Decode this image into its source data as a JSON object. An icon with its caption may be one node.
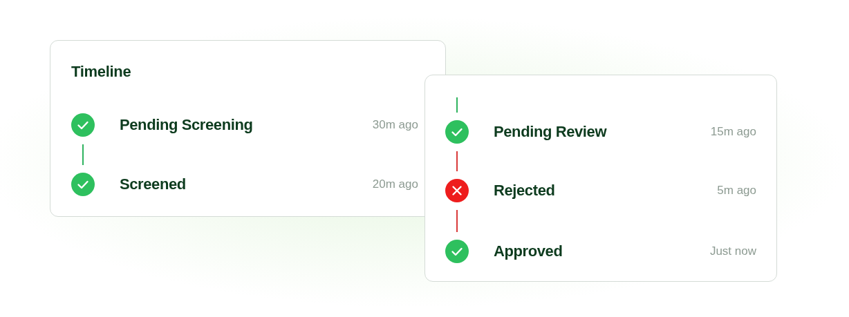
{
  "diagram": {
    "nodes": [
      {
        "text": [
          "Timeline"
        ]
      },
      {
        "text": [
          "Pending Screening"
        ],
        "in": 0
      },
      {
        "text": [
          "Screened"
        ],
        "in": 0
      },
      {
        "text": [],
        "shape": "box"
      },
      {
        "text": [
          "Pending Review"
        ],
        "in": 3
      },
      {
        "text": [
          "Rejected"
        ],
        "in": 3
      },
      {
        "text": [
          "Approved"
        ],
        "in": 3
      }
    ],
    "edges": [
      {
        "from": 1,
        "to": 2,
        "arrow": "none",
        "color": "#2fb35f"
      },
      {
        "from": null,
        "to": 4,
        "arrow": "none",
        "color": "#2fb35f"
      },
      {
        "from": 4,
        "to": 5,
        "arrow": "none",
        "color": "#d93a3a"
      },
      {
        "from": 5,
        "to": 6,
        "arrow": "none",
        "color": "#d93a3a"
      }
    ],
    "labels": [
      "30m ago",
      "20m ago",
      "15m ago",
      "5m ago",
      "Just now"
    ]
  }
}
